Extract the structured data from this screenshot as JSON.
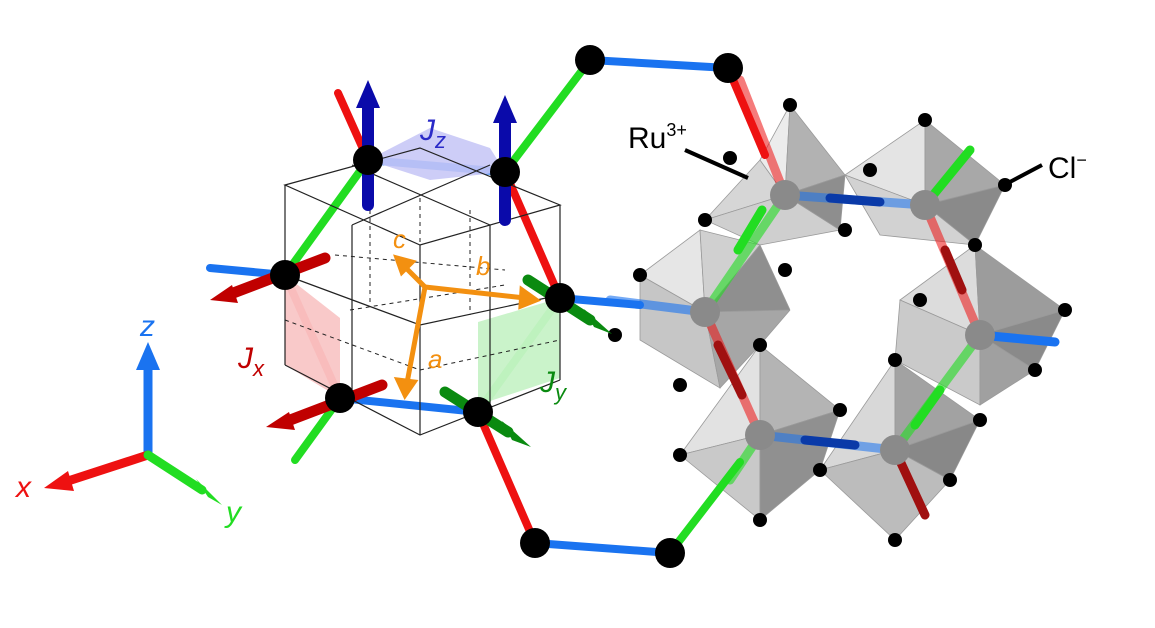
{
  "colors": {
    "x_bond": "#ee1111",
    "y_bond": "#22dd22",
    "z_bond": "#1a73f0",
    "x_spin": "#c00000",
    "y_spin": "#0a8a10",
    "z_spin": "#0a0aaa",
    "lattice_vec": "#f39010",
    "jz_plaquette": "#c8c8f6",
    "jx_plaquette": "#f9c6c6",
    "jy_plaquette": "#c7f2c7",
    "octahedron_light": "#dedede",
    "octahedron_dark": "#8e8e8e",
    "ru_ion": "#8a8a8a",
    "atom": "#000000"
  },
  "labels": {
    "ru": "Ru",
    "ru_charge": "3+",
    "cl": "Cl",
    "cl_charge": "−",
    "jz_main": "J",
    "jz_sub": "z",
    "jx_main": "J",
    "jx_sub": "x",
    "jy_main": "J",
    "jy_sub": "y",
    "vec_a": "a",
    "vec_b": "b",
    "vec_c": "c",
    "axis_x": "x",
    "axis_y": "y",
    "axis_z": "z"
  }
}
